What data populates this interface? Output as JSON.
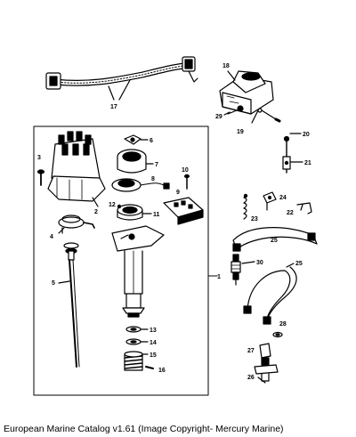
{
  "callouts": [
    "1",
    "2",
    "3",
    "4",
    "5",
    "6",
    "7",
    "8",
    "9",
    "10",
    "11",
    "12",
    "13",
    "14",
    "15",
    "16",
    "17",
    "18",
    "19",
    "20",
    "21",
    "22",
    "23",
    "24",
    "25",
    "25",
    "26",
    "27",
    "28",
    "29",
    "30"
  ],
  "caption": "European Marine Catalog v1.61 (Image Copyright- Mercury Marine)"
}
